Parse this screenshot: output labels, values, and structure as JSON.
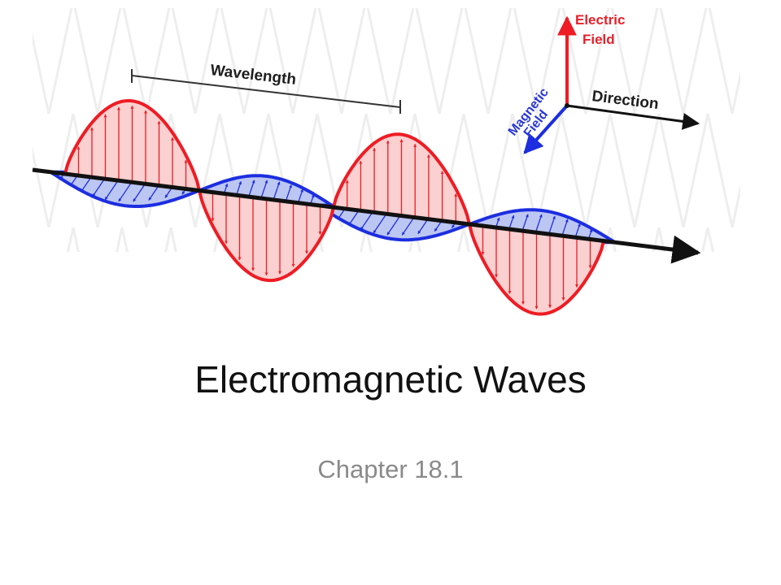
{
  "slide": {
    "title": "Electromagnetic Waves",
    "subtitle": "Chapter 18.1"
  },
  "diagram": {
    "wavelength_label": "Wavelength",
    "electric_field_label": [
      "Electric",
      "Field"
    ],
    "magnetic_field_label": [
      "Magnetic",
      "Field"
    ],
    "direction_label": "Direction",
    "colors": {
      "electric_stroke": "#ee1c24",
      "electric_fill": "#fbd0d0",
      "magnetic_stroke": "#1c2ee0",
      "magnetic_fill": "#bcc6f2",
      "axis": "#111111",
      "background_pattern": "#ececec"
    }
  }
}
